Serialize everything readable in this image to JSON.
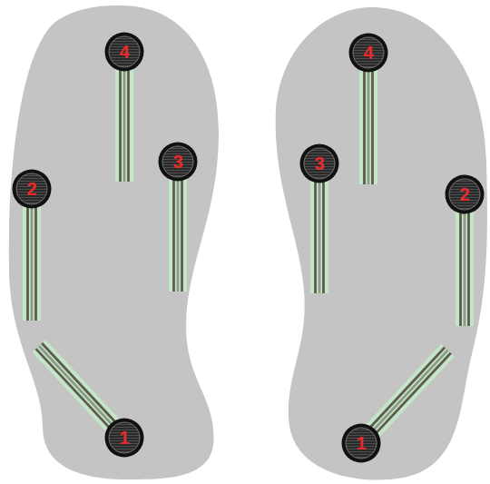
{
  "diagram": {
    "nodes": [
      {
        "text": [
          "4"
        ]
      },
      {
        "text": [
          "3"
        ]
      },
      {
        "text": [
          "2"
        ]
      },
      {
        "text": [
          "1"
        ]
      },
      {
        "text": [
          "4"
        ]
      },
      {
        "text": [
          "3"
        ]
      },
      {
        "text": [
          "2"
        ]
      },
      {
        "text": [
          "1"
        ]
      }
    ]
  }
}
